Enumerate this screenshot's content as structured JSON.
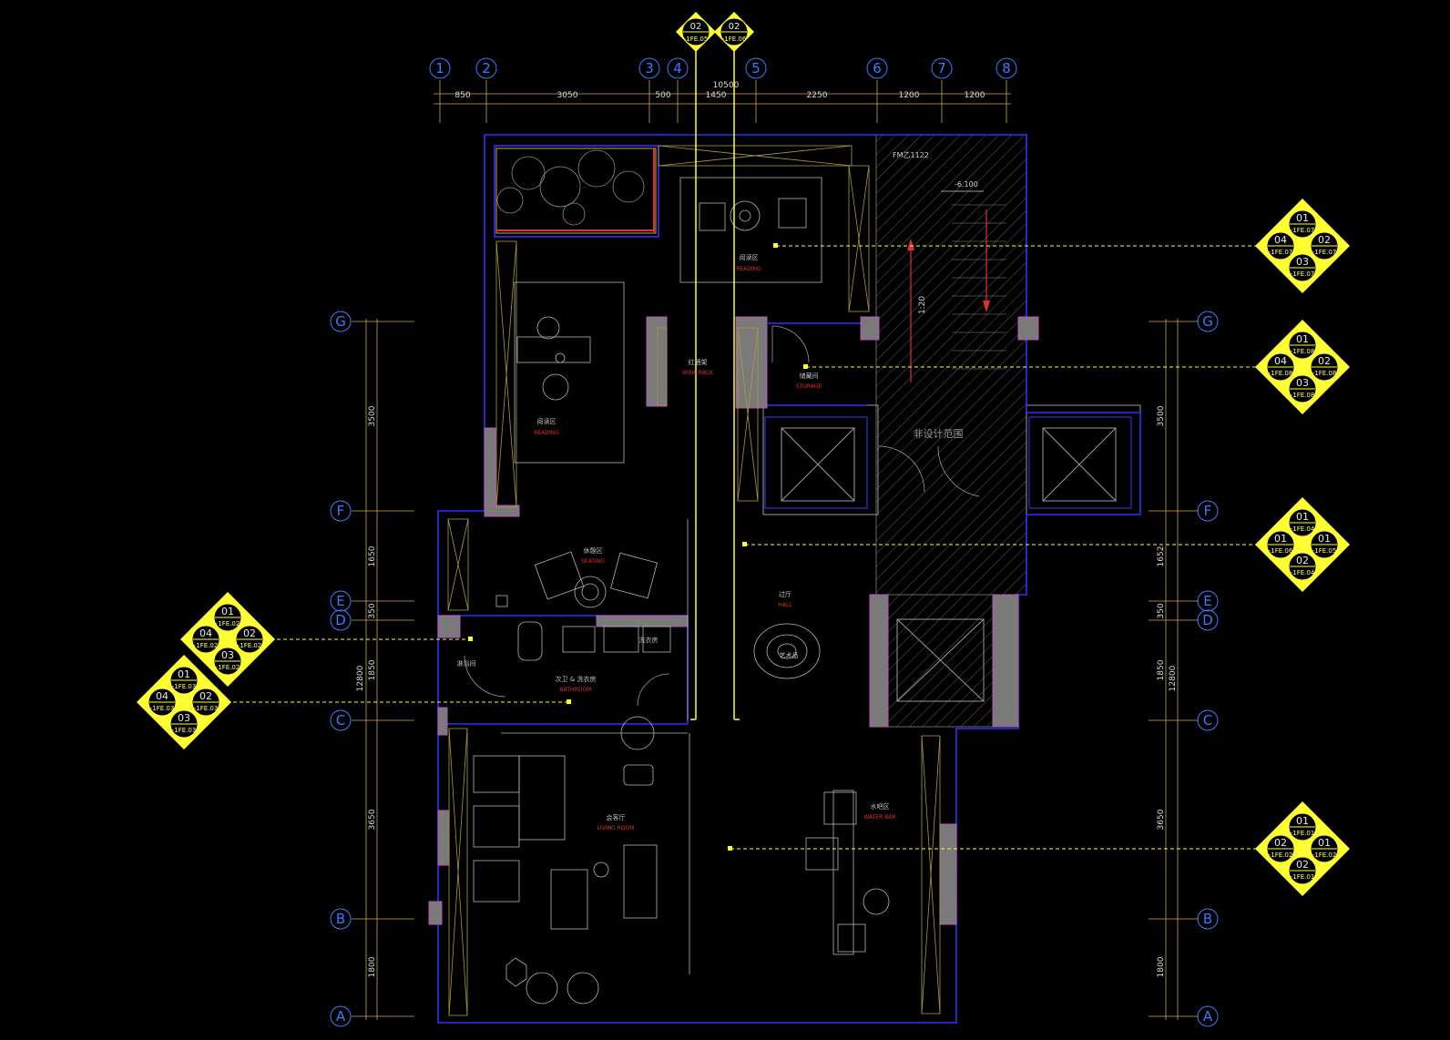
{
  "drawing": {
    "overall_width_dim": "10500",
    "overall_height_dim_left": "12800",
    "overall_height_dim_right": "12800",
    "top_segments": [
      "850",
      "3050",
      "500",
      "1450",
      "2250",
      "1200",
      "1200"
    ],
    "left_segments": [
      "3500",
      "1650",
      "350",
      "1850",
      "3650",
      "1800"
    ],
    "right_segments": [
      "3500",
      "1652",
      "350",
      "1850",
      "3650",
      "1800"
    ],
    "column_axes": [
      "1",
      "2",
      "3",
      "4",
      "5",
      "6",
      "7",
      "8"
    ],
    "row_axes": [
      "G",
      "F",
      "E",
      "D",
      "C",
      "B",
      "A"
    ],
    "section_tags_top": [
      {
        "num": "02",
        "ref": "-1FE.05"
      },
      {
        "num": "02",
        "ref": "-1FE.06"
      }
    ],
    "elevation_tags": [
      {
        "top": "01",
        "top_ref": "-1FE.07",
        "left": "04",
        "left_ref": "-1FE.07",
        "right": "02",
        "right_ref": "-1FE.07",
        "bottom": "03",
        "bottom_ref": "-1FE.07"
      },
      {
        "top": "01",
        "top_ref": "-1FE.08",
        "left": "04",
        "left_ref": "-1FE.08",
        "right": "02",
        "right_ref": "-1FE.08",
        "bottom": "03",
        "bottom_ref": "-1FE.08"
      },
      {
        "top": "01",
        "top_ref": "-1FE.04",
        "left": "01",
        "left_ref": "-1FE.06",
        "right": "01",
        "right_ref": "-1FE.05",
        "bottom": "02",
        "bottom_ref": "-1FE.04"
      },
      {
        "top": "01",
        "top_ref": "-1FE.01",
        "left": "02",
        "left_ref": "-1FE.02",
        "right": "01",
        "right_ref": "-1FE.02",
        "bottom": "02",
        "bottom_ref": "-1FE.01"
      },
      {
        "top": "01",
        "top_ref": "-1FE.02",
        "left": "04",
        "left_ref": "-1FE.02",
        "right": "02",
        "right_ref": "-1FE.02",
        "bottom": "03",
        "bottom_ref": "-1FE.02"
      },
      {
        "top": "01",
        "top_ref": "-1FE.03",
        "left": "04",
        "left_ref": "-1FE.03",
        "right": "02",
        "right_ref": "-1FE.03",
        "bottom": "03",
        "bottom_ref": "-1FE.03"
      }
    ],
    "rooms": {
      "reading_top_cn": "阅读区",
      "reading_top_en": "READING",
      "reading_left_cn": "阅读区",
      "reading_left_en": "READING",
      "wine_cn": "红酒架",
      "wine_en": "WINE RACK",
      "storage_cn": "储藏间",
      "storage_en": "STORAGE",
      "seating_cn": "休憩区",
      "seating_en": "SEATING",
      "hall_cn": "过厅",
      "hall_en": "HALL",
      "art_cn": "艺术品",
      "bath_cn": "洗衣房",
      "bathroom_cn": "次卫 & 洗衣房",
      "bathroom_en": "BATHROOM",
      "shower_cn": "淋浴间",
      "living_cn": "会客厅",
      "living_en": "LIVING ROOM",
      "water_cn": "水吧区",
      "water_en": "WATER BAR",
      "non_design": "非设计范围"
    },
    "door_label": "FM乙1122",
    "level_label": "-6.100",
    "slope_label": "1:20"
  }
}
